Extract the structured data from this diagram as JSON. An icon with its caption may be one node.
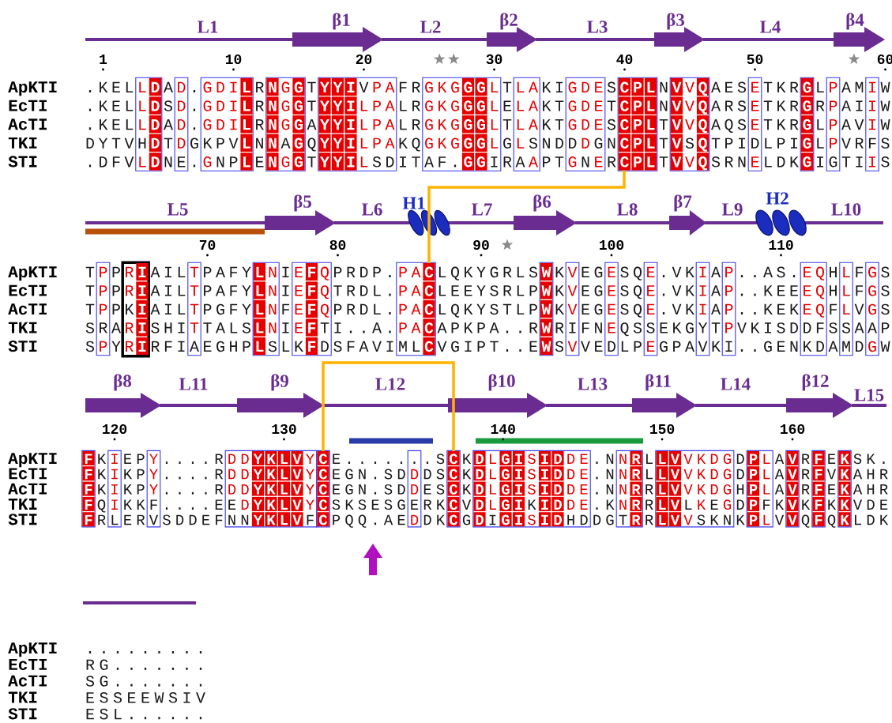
{
  "diagram": {
    "labels": [
      "L1",
      "β1",
      "L2",
      "β2",
      "L3",
      "β3",
      "L4",
      "β4",
      "1",
      "10",
      "20",
      "30",
      "40",
      "50",
      "60",
      "ApKTI",
      ".",
      "K",
      "E",
      "L",
      "L",
      "D",
      "A",
      "D",
      ".",
      "G",
      "D",
      "I",
      "L",
      "R",
      "N",
      "G",
      "G",
      "T",
      "Y",
      "Y",
      "I",
      "V",
      "P",
      "A",
      "F",
      "R",
      "G",
      "K",
      "G",
      "G",
      "G",
      "L",
      "T",
      "L",
      "A",
      "K",
      "I",
      "G",
      "D",
      "E",
      "S",
      "C",
      "P",
      "L",
      "N",
      "V",
      "V",
      "Q",
      "A",
      "E",
      "S",
      "E",
      "T",
      "K",
      "R",
      "G",
      "L",
      "P",
      "A",
      "M",
      "I",
      "W",
      "EcTI",
      ".",
      "K",
      "E",
      "L",
      "L",
      "D",
      "S",
      "D",
      ".",
      "G",
      "D",
      "I",
      "L",
      "R",
      "N",
      "G",
      "G",
      "T",
      "Y",
      "Y",
      "I",
      "L",
      "P",
      "A",
      "L",
      "R",
      "G",
      "K",
      "G",
      "G",
      "G",
      "L",
      "E",
      "L",
      "A",
      "K",
      "T",
      "G",
      "D",
      "E",
      "T",
      "C",
      "P",
      "L",
      "N",
      "V",
      "V",
      "Q",
      "A",
      "R",
      "S",
      "E",
      "T",
      "K",
      "R",
      "G",
      "R",
      "P",
      "A",
      "I",
      "I",
      "W",
      "AcTI",
      ".",
      "K",
      "E",
      "L",
      "L",
      "D",
      "A",
      "D",
      ".",
      "G",
      "D",
      "I",
      "L",
      "R",
      "N",
      "G",
      "G",
      "A",
      "Y",
      "Y",
      "I",
      "L",
      "P",
      "A",
      "L",
      "R",
      "G",
      "K",
      "G",
      "G",
      "G",
      "L",
      "T",
      "L",
      "A",
      "K",
      "T",
      "G",
      "D",
      "E",
      "S",
      "C",
      "P",
      "L",
      "T",
      "V",
      "V",
      "Q",
      "A",
      "Q",
      "S",
      "E",
      "T",
      "K",
      "R",
      "G",
      "L",
      "P",
      "A",
      "V",
      "I",
      "W",
      "TKI",
      "D",
      "Y",
      "T",
      "V",
      "H",
      "D",
      "T",
      "D",
      "G",
      "K",
      "P",
      "V",
      "L",
      "N",
      "N",
      "A",
      "G",
      "Q",
      "Y",
      "Y",
      "I",
      "L",
      "P",
      "A",
      "K",
      "Q",
      "G",
      "K",
      "G",
      "G",
      "G",
      "L",
      "G",
      "L",
      "S",
      "N",
      "D",
      "D",
      "D",
      "G",
      "N",
      "C",
      "P",
      "L",
      "T",
      "V",
      "S",
      "Q",
      "T",
      "P",
      "I",
      "D",
      "L",
      "P",
      "I",
      "G",
      "L",
      "P",
      "V",
      "R",
      "F",
      "S",
      "STI",
      ".",
      "D",
      "F",
      "V",
      "L",
      "D",
      "N",
      "E",
      ".",
      "G",
      "N",
      "P",
      "L",
      "E",
      "N",
      "G",
      "G",
      "T",
      "Y",
      "Y",
      "I",
      "L",
      "S",
      "D",
      "I",
      "T",
      "A",
      "F",
      ".",
      "G",
      "G",
      "I",
      "R",
      "A",
      "A",
      "P",
      "T",
      "G",
      "N",
      "E",
      "R",
      "C",
      "P",
      "L",
      "T",
      "V",
      "V",
      "Q",
      "S",
      "R",
      "N",
      "E",
      "L",
      "D",
      "K",
      "G",
      "I",
      "G",
      "T",
      "I",
      "I",
      "S",
      "L5",
      "β5",
      "L6",
      "H1",
      "L7",
      "β6",
      "L8",
      "β7",
      "L9",
      "H2",
      "L10",
      "70",
      "80",
      "90",
      "100",
      "110",
      "ApKTI",
      "T",
      "P",
      "P",
      "R",
      "I",
      "A",
      "I",
      "L",
      "T",
      "P",
      "A",
      "F",
      "Y",
      "L",
      "N",
      "I",
      "E",
      "F",
      "Q",
      "P",
      "R",
      "D",
      "P",
      ".",
      "P",
      "A",
      "C",
      "L",
      "Q",
      "K",
      "Y",
      "G",
      "R",
      "L",
      "S",
      "W",
      "K",
      "V",
      "E",
      "G",
      "E",
      "S",
      "Q",
      "E",
      ".",
      "V",
      "K",
      "I",
      "A",
      "P",
      ".",
      ".",
      "A",
      "S",
      ".",
      "E",
      "Q",
      "H",
      "L",
      "F",
      "G",
      "S",
      "EcTI",
      "T",
      "P",
      "P",
      "R",
      "I",
      "A",
      "I",
      "L",
      "T",
      "P",
      "A",
      "F",
      "Y",
      "L",
      "N",
      "I",
      "E",
      "F",
      "Q",
      "T",
      "R",
      "D",
      "L",
      ".",
      "P",
      "A",
      "C",
      "L",
      "E",
      "E",
      "Y",
      "S",
      "R",
      "L",
      "P",
      "W",
      "K",
      "V",
      "E",
      "G",
      "E",
      "S",
      "Q",
      "E",
      ".",
      "V",
      "K",
      "I",
      "A",
      "P",
      ".",
      ".",
      "K",
      "E",
      "E",
      "E",
      "Q",
      "H",
      "L",
      "F",
      "G",
      "S",
      "AcTI",
      "T",
      "P",
      "P",
      "K",
      "I",
      "A",
      "I",
      "L",
      "T",
      "P",
      "G",
      "F",
      "Y",
      "L",
      "N",
      "F",
      "E",
      "F",
      "Q",
      "P",
      "R",
      "D",
      "L",
      ".",
      "P",
      "A",
      "C",
      "L",
      "Q",
      "K",
      "Y",
      "S",
      "T",
      "L",
      "P",
      "W",
      "K",
      "V",
      "E",
      "G",
      "E",
      "S",
      "Q",
      "E",
      ".",
      "V",
      "K",
      "I",
      "A",
      "P",
      ".",
      ".",
      "K",
      "E",
      "K",
      "E",
      "Q",
      "F",
      "L",
      "V",
      "G",
      "S",
      "TKI",
      "S",
      "R",
      "A",
      "R",
      "I",
      "S",
      "H",
      "I",
      "T",
      "T",
      "A",
      "L",
      "S",
      "L",
      "N",
      "I",
      "E",
      "F",
      "T",
      "I",
      ".",
      ".",
      "A",
      ".",
      "P",
      "A",
      "C",
      "A",
      "P",
      "K",
      "P",
      "A",
      ".",
      ".",
      "R",
      "W",
      "R",
      "I",
      "F",
      "N",
      "E",
      "Q",
      "S",
      "S",
      "E",
      "K",
      "G",
      "Y",
      "T",
      "P",
      "V",
      "K",
      "I",
      "S",
      "D",
      "D",
      "F",
      "S",
      "S",
      "A",
      "A",
      "P",
      "STI",
      "S",
      "P",
      "Y",
      "R",
      "I",
      "R",
      "F",
      "I",
      "A",
      "E",
      "G",
      "H",
      "P",
      "L",
      "S",
      "L",
      "K",
      "F",
      "D",
      "S",
      "F",
      "A",
      "V",
      "I",
      "M",
      "L",
      "C",
      "V",
      "G",
      "I",
      "P",
      "T",
      ".",
      ".",
      "E",
      "W",
      "S",
      "V",
      "V",
      "E",
      "D",
      "L",
      "P",
      "E",
      "G",
      "P",
      "A",
      "V",
      "K",
      "I",
      ".",
      ".",
      "G",
      "E",
      "N",
      "K",
      "D",
      "A",
      "M",
      "D",
      "G",
      "W",
      "β8",
      "L11",
      "β9",
      "L12",
      "β10",
      "L13",
      "β11",
      "L14",
      "β12",
      "L15",
      "120",
      "130",
      "140",
      "150",
      "160",
      "ApKTI",
      "F",
      "K",
      "I",
      "E",
      "P",
      "Y",
      ".",
      ".",
      ".",
      ".",
      "R",
      "D",
      "D",
      "Y",
      "K",
      "L",
      "V",
      "Y",
      "C",
      "E",
      ".",
      ".",
      ".",
      ".",
      ".",
      ".",
      ".",
      "S",
      "C",
      "K",
      "D",
      "L",
      "G",
      "I",
      "S",
      "I",
      "D",
      "D",
      "E",
      ".",
      "N",
      "N",
      "R",
      "L",
      "L",
      "V",
      "V",
      "K",
      "D",
      "G",
      "D",
      "P",
      "L",
      "A",
      "V",
      "R",
      "F",
      "E",
      "K",
      "S",
      "K",
      ".",
      "EcTI",
      "F",
      "K",
      "I",
      "K",
      "P",
      "Y",
      ".",
      ".",
      ".",
      ".",
      "R",
      "D",
      "D",
      "Y",
      "K",
      "L",
      "V",
      "Y",
      "C",
      "E",
      "G",
      "N",
      ".",
      "S",
      "D",
      "D",
      "D",
      "S",
      "C",
      "K",
      "D",
      "L",
      "G",
      "I",
      "S",
      "I",
      "D",
      "D",
      "E",
      ".",
      "N",
      "N",
      "R",
      "L",
      "L",
      "V",
      "V",
      "K",
      "D",
      "G",
      "D",
      "P",
      "L",
      "A",
      "V",
      "R",
      "F",
      "V",
      "K",
      "A",
      "H",
      "R",
      "AcTI",
      "F",
      "K",
      "I",
      "K",
      "P",
      "Y",
      ".",
      ".",
      ".",
      ".",
      "R",
      "D",
      "D",
      "Y",
      "K",
      "L",
      "V",
      "Y",
      "C",
      "E",
      "G",
      "N",
      ".",
      "S",
      "D",
      "D",
      "E",
      "S",
      "C",
      "K",
      "D",
      "L",
      "G",
      "I",
      "S",
      "I",
      "D",
      "D",
      "E",
      ".",
      "N",
      "N",
      "R",
      "R",
      "L",
      "V",
      "V",
      "K",
      "D",
      "G",
      "H",
      "P",
      "L",
      "A",
      "V",
      "R",
      "F",
      "E",
      "K",
      "A",
      "H",
      "R",
      "TKI",
      "F",
      "Q",
      "I",
      "K",
      "K",
      "F",
      ".",
      ".",
      ".",
      ".",
      "E",
      "E",
      "D",
      "Y",
      "K",
      "L",
      "V",
      "Y",
      "C",
      "S",
      "K",
      "S",
      "E",
      "S",
      "G",
      "E",
      "R",
      "K",
      "C",
      "V",
      "D",
      "L",
      "G",
      "I",
      "K",
      "I",
      "D",
      "D",
      "E",
      ".",
      "K",
      "N",
      "R",
      "R",
      "L",
      "V",
      "L",
      "K",
      "E",
      "G",
      "D",
      "P",
      "F",
      "K",
      "V",
      "K",
      "F",
      "K",
      "K",
      "V",
      "D",
      "E",
      "STI",
      "F",
      "R",
      "L",
      "E",
      "R",
      "V",
      "S",
      "D",
      "D",
      "E",
      "F",
      "N",
      "N",
      "Y",
      "K",
      "L",
      "V",
      "F",
      "C",
      "P",
      "Q",
      "Q",
      ".",
      "A",
      "E",
      "D",
      "D",
      "K",
      "C",
      "G",
      "D",
      "I",
      "G",
      "I",
      "S",
      "I",
      "D",
      "H",
      "D",
      "D",
      "G",
      "T",
      "R",
      "R",
      "L",
      "V",
      "V",
      "S",
      "K",
      "N",
      "K",
      "P",
      "L",
      "V",
      "V",
      "Q",
      "F",
      "Q",
      "K",
      "L",
      "D",
      "K",
      "ApKTI",
      ".",
      ".",
      ".",
      ".",
      ".",
      ".",
      ".",
      ".",
      ".",
      "EcTI",
      "R",
      "G",
      ".",
      ".",
      ".",
      ".",
      ".",
      ".",
      ".",
      "AcTI",
      "S",
      "G",
      ".",
      ".",
      ".",
      ".",
      ".",
      ".",
      ".",
      "TKI",
      "E",
      "S",
      "S",
      "E",
      "E",
      "W",
      "S",
      "I",
      "V",
      "STI",
      "E",
      "S",
      "L",
      ".",
      ".",
      ".",
      ".",
      ".",
      "."
    ]
  }
}
